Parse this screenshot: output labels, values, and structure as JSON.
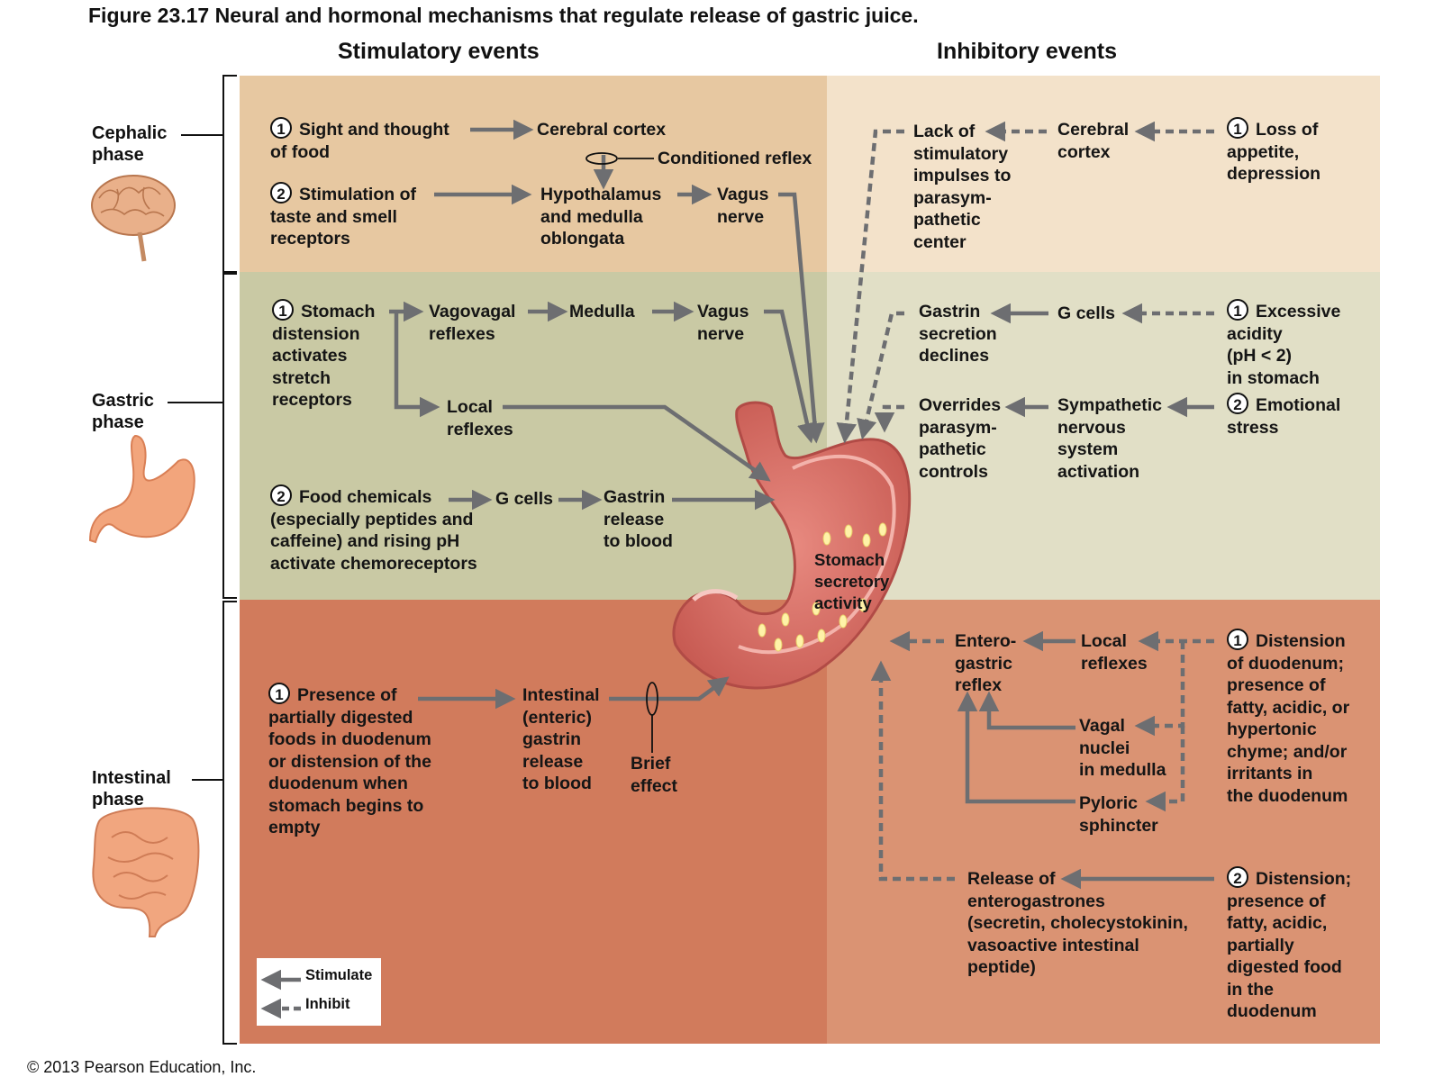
{
  "title": "Figure 23.17  Neural and hormonal mechanisms that regulate release of gastric juice.",
  "column_headers": {
    "stimulatory": "Stimulatory events",
    "inhibitory": "Inhibitory events"
  },
  "phases": {
    "cephalic": "Cephalic\nphase",
    "gastric": "Gastric\nphase",
    "intestinal": "Intestinal\nphase"
  },
  "numbers": {
    "one": "1",
    "two": "2"
  },
  "colors": {
    "cephalic_stim": "#e7c8a1",
    "cephalic_inhib": "#f3e2ca",
    "gastric_stim": "#c9c9a4",
    "gastric_inhib": "#e1dfc6",
    "intestinal_stim": "#d17b5c",
    "intestinal_inhib": "#da9373",
    "arrow": "#6d6e71"
  },
  "cephalic_stim": {
    "sight": "Sight and thought\nof food",
    "cerebral_cortex": "Cerebral cortex",
    "conditioned_reflex": "Conditioned reflex",
    "taste": "Stimulation of\ntaste and smell\nreceptors",
    "hypothalamus": "Hypothalamus\nand medulla\noblongata",
    "vagus": "Vagus\nnerve"
  },
  "cephalic_inhib": {
    "lack": "Lack of\nstimulatory\nimpulses to\nparasym-\npathetic\ncenter",
    "cerebral_cortex": "Cerebral\ncortex",
    "loss": "Loss of\nappetite,\ndepression"
  },
  "gastric_stim": {
    "stomach_distension": "Stomach\ndistension\nactivates\nstretch\nreceptors",
    "vagovagal": "Vagovagal\nreflexes",
    "medulla": "Medulla",
    "vagus": "Vagus\nnerve",
    "local_reflexes": "Local\nreflexes",
    "food_chemicals": "Food chemicals\n(especially peptides and\ncaffeine) and rising pH\nactivate chemoreceptors",
    "g_cells": "G cells",
    "gastrin_release": "Gastrin\nrelease\nto blood"
  },
  "stomach_label": "Stomach\nsecretory\nactivity",
  "gastric_inhib": {
    "gastrin_declines": "Gastrin\nsecretion\ndeclines",
    "g_cells": "G cells",
    "excessive_acidity": "Excessive\nacidity\n(pH < 2)\nin stomach",
    "overrides": "Overrides\nparasym-\npathetic\ncontrols",
    "sympathetic": "Sympathetic\nnervous\nsystem\nactivation",
    "emotional_stress": "Emotional\nstress"
  },
  "intestinal_stim": {
    "presence": "Presence of\npartially digested\nfoods in duodenum\nor distension of the\nduodenum when\nstomach begins to\nempty",
    "intestinal_gastrin": "Intestinal\n(enteric)\ngastrin\nrelease\nto blood",
    "brief_effect": "Brief\neffect"
  },
  "intestinal_inhib": {
    "enterogastric": "Entero-\ngastric\nreflex",
    "local_reflexes": "Local\nreflexes",
    "distension_1": "Distension\nof duodenum;\npresence of\nfatty, acidic, or\nhypertonic\nchyme; and/or\nirritants in\nthe duodenum",
    "vagal_nuclei": "Vagal\nnuclei\nin medulla",
    "pyloric": "Pyloric\nsphincter",
    "enterogastrones": "Release of\nenterogastrones\n(secretin, cholecystokinin,\nvasoactive intestinal\npeptide)",
    "distension_2": "Distension;\npresence of\nfatty, acidic,\npartially\ndigested food\nin the\nduodenum"
  },
  "legend": {
    "stimulate": "Stimulate",
    "inhibit": "Inhibit"
  },
  "copyright": "© 2013 Pearson Education, Inc."
}
